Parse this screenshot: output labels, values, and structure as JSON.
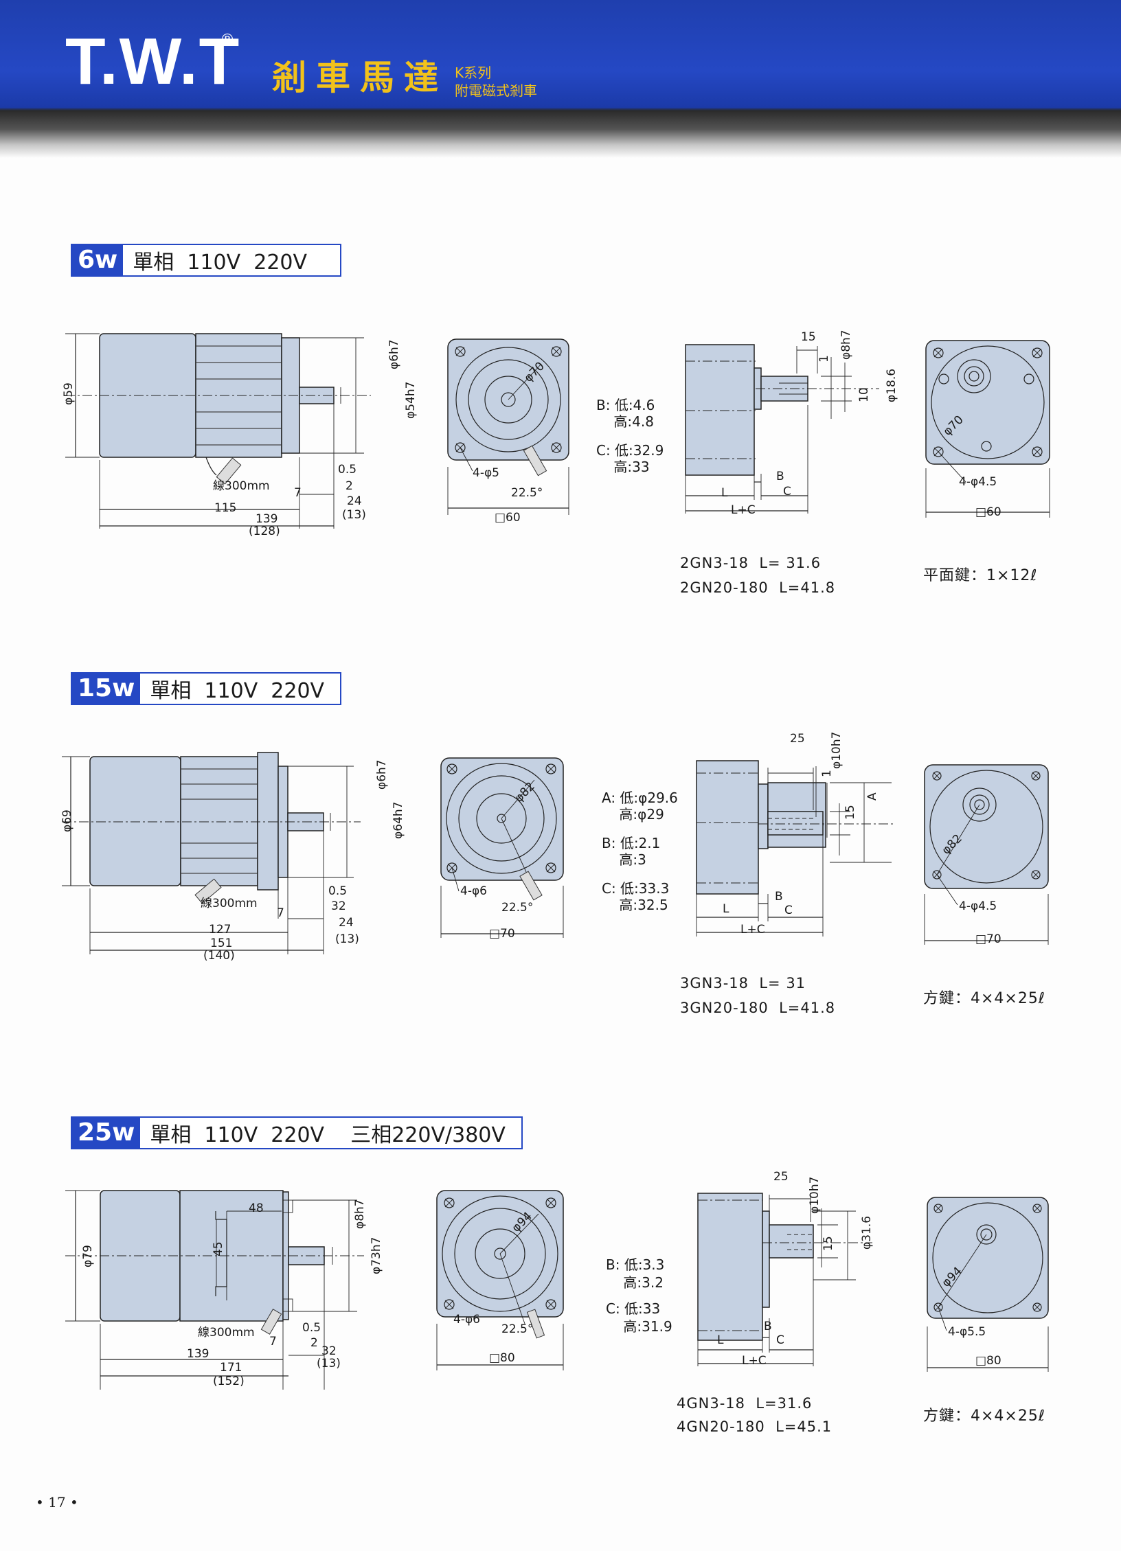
{
  "header": {
    "logo": "T.W.T",
    "registered": "®",
    "title": "剎車馬達",
    "subtitle_line1": "K系列",
    "subtitle_line2": "附電磁式剎車"
  },
  "sections": [
    {
      "wattage": "6w",
      "spec": "單相  110V  220V",
      "motor_dims": {
        "dia_body": "φ59",
        "dia_shaft": "φ6h7",
        "dia_pilot": "φ54h7",
        "wire": "線300mm",
        "d_7": "7",
        "d_05": "0.5",
        "d_2": "2",
        "d_24": "24",
        "d_13": "(13)",
        "d_115": "115",
        "d_139": "139",
        "d_128": "(128)"
      },
      "face_dims": {
        "pcd": "φ70",
        "holes": "4-φ5",
        "angle": "22.5°",
        "square": "□60"
      },
      "gear_notes": [
        "B: 低:4.6",
        "    高:4.8",
        "C: 低:32.9",
        "    高:33"
      ],
      "gear_dims": {
        "d15": "15",
        "d1": "1",
        "d10": "10",
        "shaft": "φ8h7",
        "dia": "φ18.6",
        "L": "L",
        "B": "B",
        "C": "C",
        "LC": "L+C"
      },
      "gear_face": {
        "pcd": "φ70",
        "holes": "4-φ4.5",
        "square": "□60"
      },
      "models": [
        "2GN3-18  L= 31.6",
        "2GN20-180  L=41.8"
      ],
      "key": "平面鍵：1×12ℓ"
    },
    {
      "wattage": "15w",
      "spec": "單相  110V  220V",
      "motor_dims": {
        "dia_body": "φ69",
        "dia_shaft": "φ6h7",
        "dia_pilot": "φ64h7",
        "wire": "線300mm",
        "d_7": "7",
        "d_05": "0.5",
        "d_32": "32",
        "d_24": "24",
        "d_13": "(13)",
        "d_127": "127",
        "d_151": "151",
        "d_140": "(140)"
      },
      "face_dims": {
        "pcd": "φ82",
        "holes": "4-φ6",
        "angle": "22.5°",
        "square": "□70"
      },
      "gear_notes": [
        "A: 低:φ29.6",
        "    高:φ29",
        "B: 低:2.1",
        "    高:3",
        "C: 低:33.3",
        "    高:32.5"
      ],
      "gear_dims": {
        "d25": "25",
        "d1": "1",
        "d15": "15",
        "shaft": "φ10h7",
        "A": "A",
        "L": "L",
        "B": "B",
        "C": "C",
        "LC": "L+C"
      },
      "gear_face": {
        "pcd": "φ82",
        "holes": "4-φ4.5",
        "square": "□70"
      },
      "models": [
        "3GN3-18  L= 31",
        "3GN20-180  L=41.8"
      ],
      "key": "方鍵：4×4×25ℓ"
    },
    {
      "wattage": "25w",
      "spec": "單相  110V  220V    三相220V/380V",
      "motor_dims": {
        "dia_body": "φ79",
        "dia_shaft": "φ8h7",
        "dia_pilot": "φ73h7",
        "d_48": "48",
        "d_45": "45",
        "wire": "線300mm",
        "d_7": "7",
        "d_05": "0.5",
        "d_2": "2",
        "d_32": "32",
        "d_13": "(13)",
        "d_139": "139",
        "d_171": "171",
        "d_152": "(152)"
      },
      "face_dims": {
        "pcd": "φ94",
        "holes": "4-φ6",
        "angle": "22.5°",
        "square": "□80"
      },
      "gear_notes": [
        "B: 低:3.3",
        "    高:3.2",
        "C: 低:33",
        "    高:31.9"
      ],
      "gear_dims": {
        "d25": "25",
        "d15": "15",
        "shaft": "φ10h7",
        "dia": "φ31.6",
        "L": "L",
        "B": "B",
        "C": "C",
        "LC": "L+C"
      },
      "gear_face": {
        "pcd": "φ94",
        "holes": "4-φ5.5",
        "square": "□80"
      },
      "models": [
        "4GN3-18  L=31.6",
        "4GN20-180  L=45.1"
      ],
      "key": "方鍵：4×4×25ℓ"
    }
  ],
  "page_number": "• 17 •"
}
